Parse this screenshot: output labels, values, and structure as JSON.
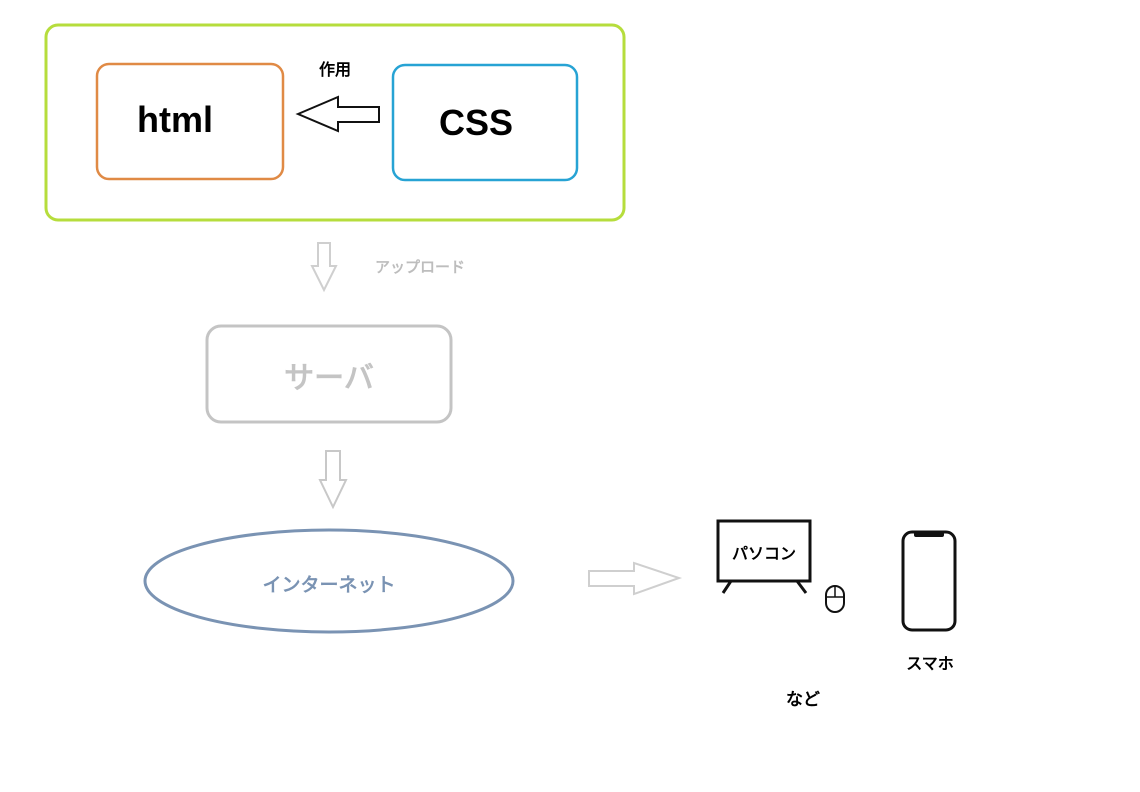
{
  "nodes": {
    "html": {
      "label": "html",
      "color": "#e08a45"
    },
    "css": {
      "label": "CSS",
      "color": "#27a3d4"
    },
    "server": {
      "label": "サーバ",
      "color": "#c4c4c4"
    },
    "internet": {
      "label": "インターネット",
      "color": "#7a93b3"
    },
    "pc": {
      "label": "パソコン"
    },
    "smartphone": {
      "label": "スマホ"
    }
  },
  "edges": {
    "apply": {
      "label": "作用"
    },
    "upload": {
      "label": "アップロード"
    }
  },
  "group": {
    "color": "#b6dd3c"
  },
  "footnote": "など",
  "icons": [
    "monitor-icon",
    "mouse-icon",
    "smartphone-icon"
  ]
}
